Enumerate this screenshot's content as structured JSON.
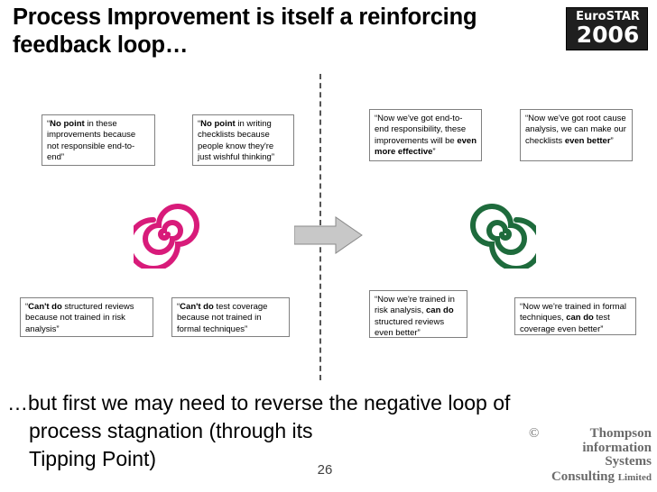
{
  "slide": {
    "title": "Process Improvement is itself a reinforcing feedback loop…",
    "page_number": "26",
    "bottom_text_line1": "…but first we may need to reverse the negative loop of",
    "bottom_text_line2": "process stagnation (through its",
    "bottom_text_line3": "Tipping Point)"
  },
  "logo": {
    "name": "eurostar-2006-logo",
    "line1_euro": "Euro",
    "line1_star": "STAR",
    "line2": "2006"
  },
  "boxes": {
    "top_left_1": {
      "quote_open": "“",
      "bold1": "No point",
      "text": " in these improvements because not responsible end-to-end”"
    },
    "top_left_2": {
      "quote_open": "“",
      "bold1": "No point",
      "text": " in writing checklists because people know they're just wishful thinking”"
    },
    "top_right_1": {
      "quote_open": "“",
      "text_pre": "Now we've got end-to-end responsibility, these improvements will be ",
      "bold1": "even more effective",
      "quote_close": "”"
    },
    "top_right_2": {
      "quote_open": "“",
      "text_pre": "Now we've got root cause analysis, we can make our checklists ",
      "bold1": "even better",
      "quote_close": "”"
    },
    "bottom_left_1": {
      "quote_open": "“",
      "bold1": "Can't do",
      "text": " structured reviews because not trained in risk analysis”"
    },
    "bottom_left_2": {
      "quote_open": "“",
      "bold1": "Can't do",
      "text": " test coverage because not trained in formal techniques”"
    },
    "bottom_right_1": {
      "quote_open": "“",
      "text_pre": "Now we're trained in risk analysis, ",
      "bold1": "can do",
      "text_post": " structured reviews even better”"
    },
    "bottom_right_2": {
      "quote_open": "“",
      "text_pre": "Now we're trained in formal techniques, ",
      "bold1": "can do",
      "text_post": " test coverage even better”"
    }
  },
  "graphics": {
    "spiral_left": "negative-loop-spiral-icon",
    "spiral_right": "positive-loop-spiral-icon",
    "arrow": "right-arrow-icon",
    "spiral_left_color": "#D81B7A",
    "spiral_right_color": "#1E6B3C",
    "arrow_fill": "#C8C8C8",
    "arrow_stroke": "#8A8A8A"
  },
  "footer_logo": {
    "copyright": "©",
    "line1": "Thompson",
    "line2": "information",
    "line3": "Systems",
    "line4_a": "Consulting ",
    "line4_b": "Limited"
  }
}
